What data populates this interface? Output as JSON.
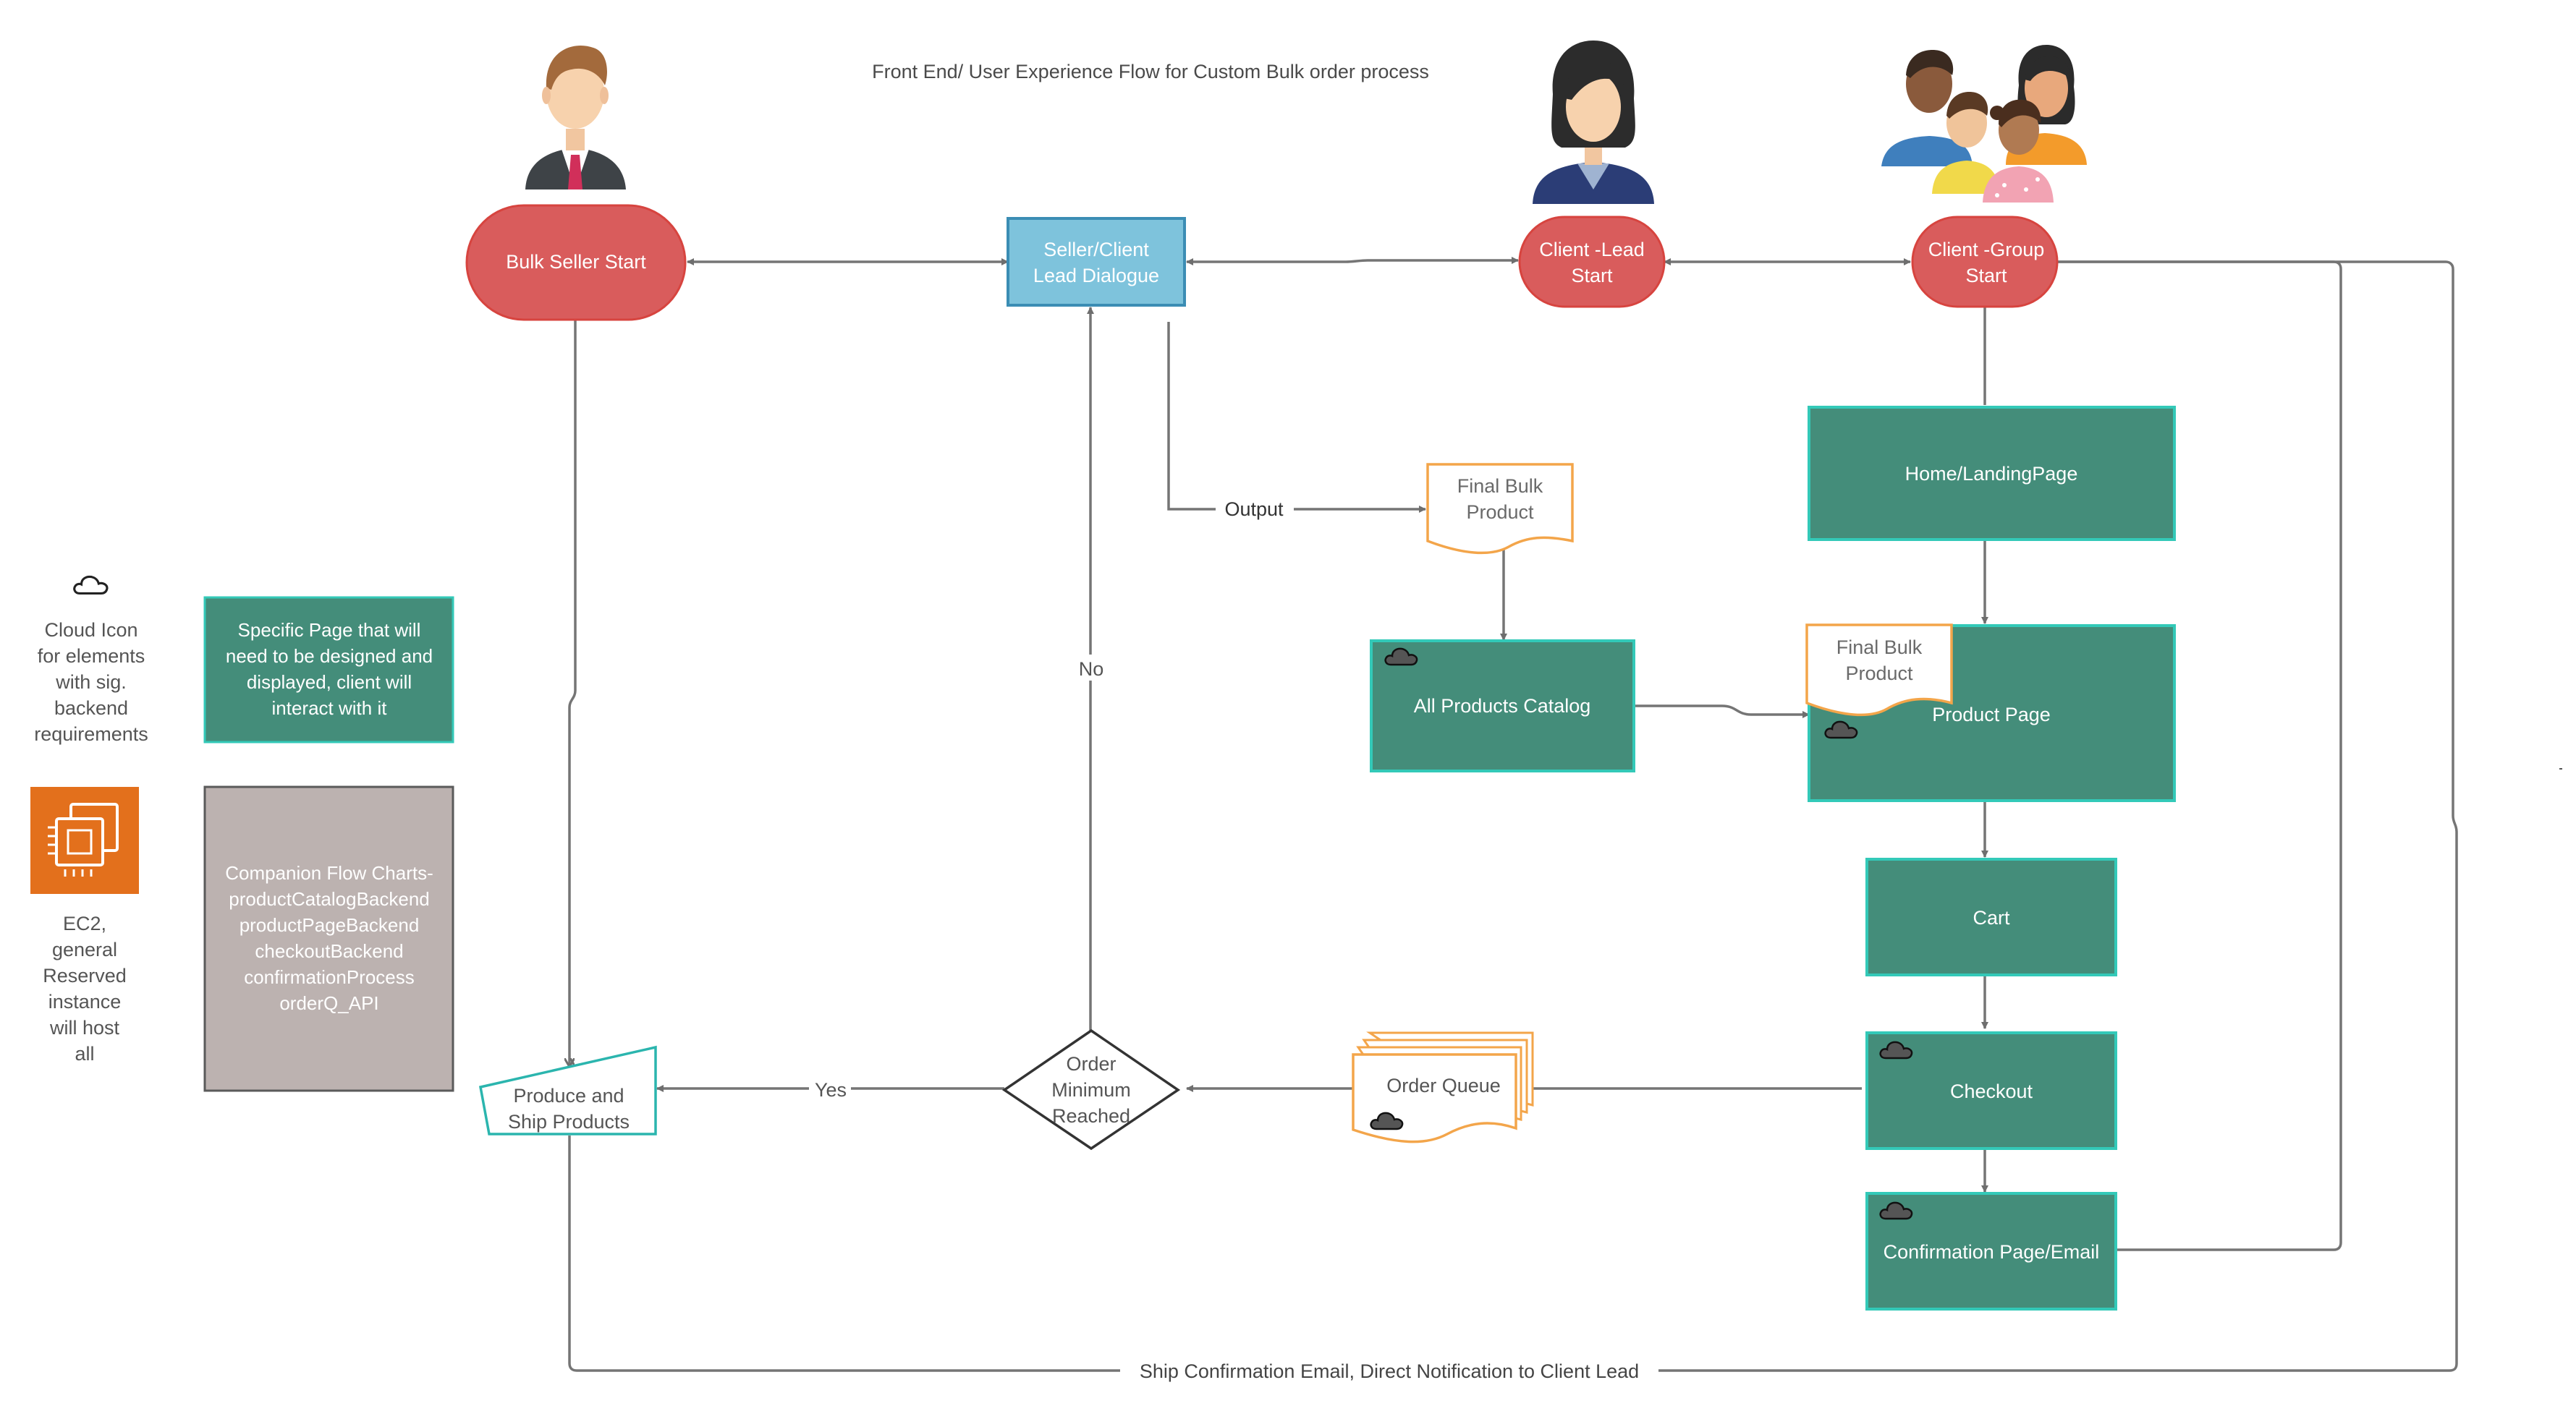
{
  "title": "Front End/ User Experience Flow for Custom Bulk order process",
  "colors": {
    "start_fill": "#d95c5c",
    "page_fill": "#448d7a",
    "page_stroke": "#33c9b8",
    "dialogue_fill": "#7ec3dc",
    "dialogue_stroke": "#3b8db4",
    "doc_stroke": "#f3a54a",
    "teal_outline": "#2bb5ae",
    "companion_fill": "#bcb2b0",
    "ec2_fill": "#e3701c",
    "line": "#757575"
  },
  "nodes": {
    "bulk_seller_start": "Bulk Seller Start",
    "dialogue": [
      "Seller/Client",
      "Lead Dialogue"
    ],
    "client_lead_start": [
      "Client -Lead",
      "Start"
    ],
    "client_group_start": [
      "Client -Group",
      "Start"
    ],
    "home": "Home/LandingPage",
    "final_bulk_product": [
      "Final Bulk",
      "Product"
    ],
    "final_bulk_product_2": [
      "Final Bulk",
      "Product"
    ],
    "catalog": "All Products Catalog",
    "product_page": "Product Page",
    "cart": "Cart",
    "checkout": "Checkout",
    "confirmation": "Confirmation Page/Email",
    "order_queue": "Order Queue",
    "decision": [
      "Order",
      "Minimum",
      "Reached"
    ],
    "produce": [
      "Produce and",
      "Ship Products"
    ]
  },
  "edge_labels": {
    "output": "Output",
    "no": "No",
    "yes": "Yes",
    "ship": "Ship Confirmation Email, Direct Notification to Client Lead"
  },
  "legend": {
    "cloud": [
      "Cloud Icon",
      "for elements",
      "with sig.",
      "backend",
      "requirements"
    ],
    "specific_page": [
      "Specific Page that will",
      "need to be designed and",
      "displayed, client will",
      "interact with it"
    ],
    "companion": [
      "Companion Flow Charts-",
      "productCatalogBackend",
      "productPageBackend",
      "checkoutBackend",
      "confirmationProcess",
      "orderQ_API"
    ],
    "ec2": [
      "EC2,",
      "general",
      "Reserved",
      "instance",
      "will host",
      "all"
    ]
  },
  "icons": [
    "businessman-icon",
    "businesswoman-icon",
    "group-people-icon",
    "cloud-icon",
    "ec2-chip-icon"
  ]
}
